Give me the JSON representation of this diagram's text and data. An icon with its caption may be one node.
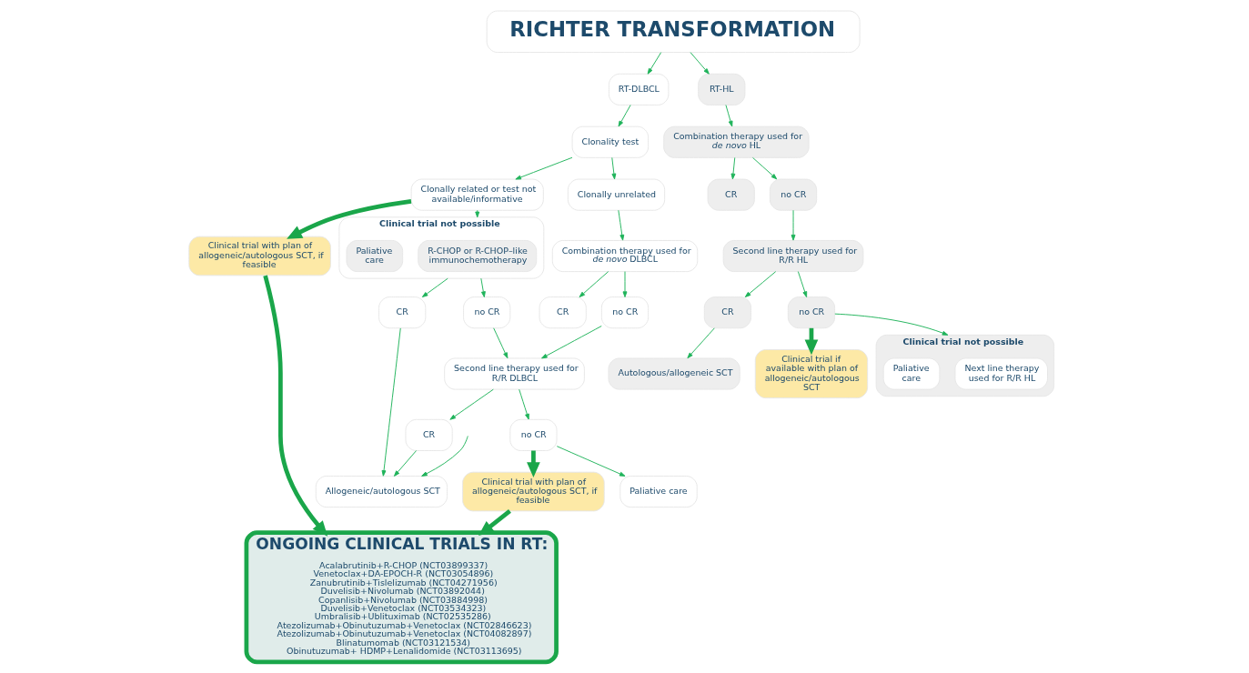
{
  "diagram": {
    "nodes": [
      {
        "text": [
          "RICHTER TRANSFORMATION"
        ]
      },
      {
        "text": [
          "RT-DLBCL"
        ]
      },
      {
        "text": [
          "Clonality test"
        ]
      },
      {
        "text": [
          "Clonally related or test not available/informative"
        ]
      },
      {
        "text": [
          "Clonally unrelated"
        ]
      },
      {
        "text": [
          "Clinical trial with plan of allogeneic/autologous SCT, if feasible"
        ]
      },
      {
        "text": [
          "Clinical trial not possible"
        ]
      },
      {
        "text": [
          "R-CHOP or R-CHOP–like immunochemotherapy"
        ],
        "in": 6
      },
      {
        "text": [
          "Paliative care"
        ],
        "in": 6
      },
      {
        "text": [
          "Combination therapy used for *de novo* DLBCL"
        ]
      },
      {
        "text": [
          "CR"
        ]
      },
      {
        "text": [
          "no CR"
        ]
      },
      {
        "text": [
          "CR"
        ]
      },
      {
        "text": [
          "no CR"
        ]
      },
      {
        "text": [
          "Second line therapy used for R/R DLBCL"
        ]
      },
      {
        "text": [
          "Allogeneic/autologous SCT"
        ]
      },
      {
        "text": [
          "CR"
        ]
      },
      {
        "text": [
          "no CR"
        ]
      },
      {
        "text": [
          "Clinical trial with plan of allogeneic/autologous SCT, if feasible"
        ]
      },
      {
        "text": [
          "Paliative care"
        ]
      },
      {
        "text": [
          "ONGOING CLINICAL TRIALS IN RT:",
          "Acalabrutinib+R-CHOP (NCT03899337)",
          "Venetoclax+DA-EPOCH-R (NCT03054896)",
          "Zanubrutinib+Tislelizumab (NCT04271956)",
          "Duvelisib+Nivolumab (NCT03892044)",
          "Copanlisib+Nivolumab (NCT03884998)",
          "Duvelisib+Venetoclax (NCT03534323)",
          "Umbralisib+Ublituximab (NCT02535286)",
          "Atezolizumab+Obinutuzumab+Venetoclax (NCT02846623)",
          "Atezolizumab+Obinutuzumab+Venetoclax (NCT04082897)",
          "Blinatumomab (NCT03121534)",
          "Obinutuzumab+ HDMP+Lenalidomide (NCT03113695)"
        ]
      },
      {
        "text": [
          "RT-HL"
        ]
      },
      {
        "text": [
          "Combination therapy used for *de novo* HL"
        ]
      },
      {
        "text": [
          "CR"
        ]
      },
      {
        "text": [
          "no CR"
        ]
      },
      {
        "text": [
          "Second line therapy used for R/R HL"
        ]
      },
      {
        "text": [
          "CR"
        ]
      },
      {
        "text": [
          "no CR"
        ]
      },
      {
        "text": [
          "Autologous/allogeneic SCT"
        ]
      },
      {
        "text": [
          "Clinical trial if available with plan of allogeneic/autologous SCT"
        ]
      },
      {
        "text": [
          "Clinical trial not possible"
        ]
      },
      {
        "text": [
          "Next line therapy used for R/R HL"
        ],
        "in": 30
      },
      {
        "text": [
          "Paliative care"
        ],
        "in": 30
      }
    ],
    "edges": [
      {
        "from": 0,
        "to": 1,
        "arrow": "to"
      },
      {
        "from": 0,
        "to": 21,
        "arrow": "to"
      },
      {
        "from": 1,
        "to": 2,
        "arrow": "to"
      },
      {
        "from": 2,
        "to": 3,
        "arrow": "to"
      },
      {
        "from": 2,
        "to": 4,
        "arrow": "to"
      },
      {
        "from": 3,
        "to": 5,
        "arrow": "to",
        "style": "thick"
      },
      {
        "from": 3,
        "to": 6,
        "arrow": "to"
      },
      {
        "from": 4,
        "to": 9,
        "arrow": "to"
      },
      {
        "from": 5,
        "to": 20,
        "arrow": "to",
        "style": "thick"
      },
      {
        "from": 6,
        "to": 10,
        "arrow": "to"
      },
      {
        "from": 6,
        "to": 11,
        "arrow": "to"
      },
      {
        "from": 9,
        "to": 12,
        "arrow": "to"
      },
      {
        "from": 9,
        "to": 13,
        "arrow": "to"
      },
      {
        "from": 10,
        "to": 15,
        "arrow": "to"
      },
      {
        "from": 11,
        "to": 14,
        "arrow": "to"
      },
      {
        "from": 13,
        "to": 14,
        "arrow": "to"
      },
      {
        "from": null,
        "to": 15,
        "arrow": "to"
      },
      {
        "from": 14,
        "to": 16,
        "arrow": "to"
      },
      {
        "from": 14,
        "to": 17,
        "arrow": "to"
      },
      {
        "from": 16,
        "to": 15,
        "arrow": "to"
      },
      {
        "from": 17,
        "to": 18,
        "arrow": "to",
        "style": "thick"
      },
      {
        "from": 17,
        "to": 19,
        "arrow": "to"
      },
      {
        "from": 18,
        "to": 20,
        "arrow": "to",
        "style": "thick"
      },
      {
        "from": 21,
        "to": 22,
        "arrow": "to"
      },
      {
        "from": 22,
        "to": 23,
        "arrow": "to"
      },
      {
        "from": 22,
        "to": 24,
        "arrow": "to"
      },
      {
        "from": 24,
        "to": 25,
        "arrow": "to"
      },
      {
        "from": 25,
        "to": 26,
        "arrow": "to"
      },
      {
        "from": 25,
        "to": 27,
        "arrow": "to"
      },
      {
        "from": 26,
        "to": 28,
        "arrow": "to"
      },
      {
        "from": 27,
        "to": 29,
        "arrow": "to",
        "style": "thick"
      },
      {
        "from": 27,
        "to": 30,
        "arrow": "to"
      }
    ]
  }
}
